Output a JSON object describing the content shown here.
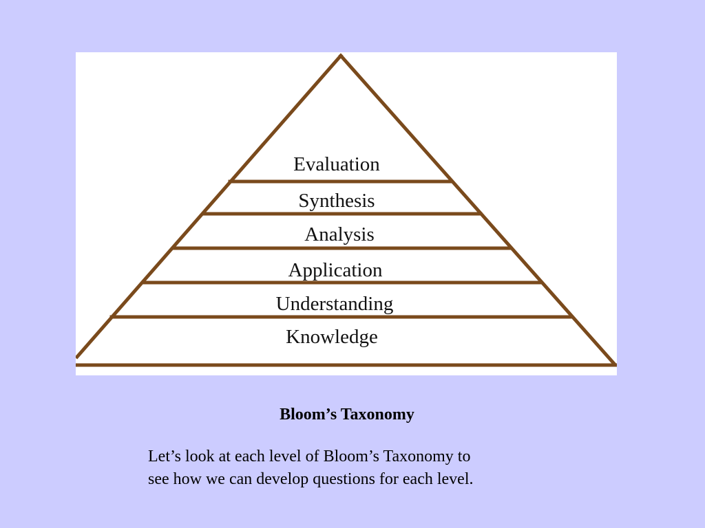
{
  "colors": {
    "background": "#ccccff",
    "pyramid_stroke": "#7a4a1c",
    "panel": "#ffffff",
    "text": "#000000"
  },
  "pyramid": {
    "levels": [
      "Evaluation",
      "Synthesis",
      "Analysis",
      "Application",
      "Understanding",
      "Knowledge"
    ]
  },
  "caption": {
    "title": "Bloom’s Taxonomy",
    "line1": "Let’s look at each level of Bloom’s Taxonomy to",
    "line2": "see how we can develop questions for each level."
  }
}
